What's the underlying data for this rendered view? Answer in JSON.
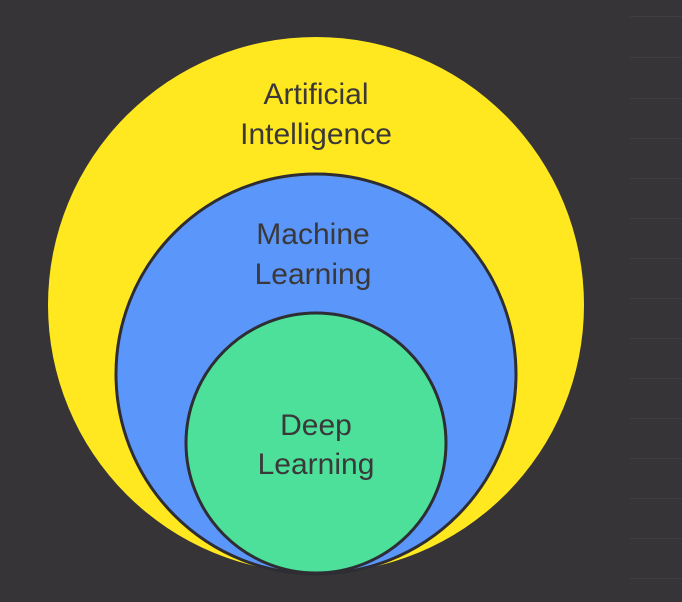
{
  "diagram": {
    "outer": {
      "line1": "Artificial",
      "line2": "Intelligence",
      "color": "#FFE81F"
    },
    "middle": {
      "line1": "Machine",
      "line2": "Learning",
      "color": "#5B96FA"
    },
    "inner": {
      "line1": "Deep",
      "line2": "Learning",
      "color": "#4DE09A"
    },
    "background": "#363436",
    "outline": "#2E2D33"
  }
}
